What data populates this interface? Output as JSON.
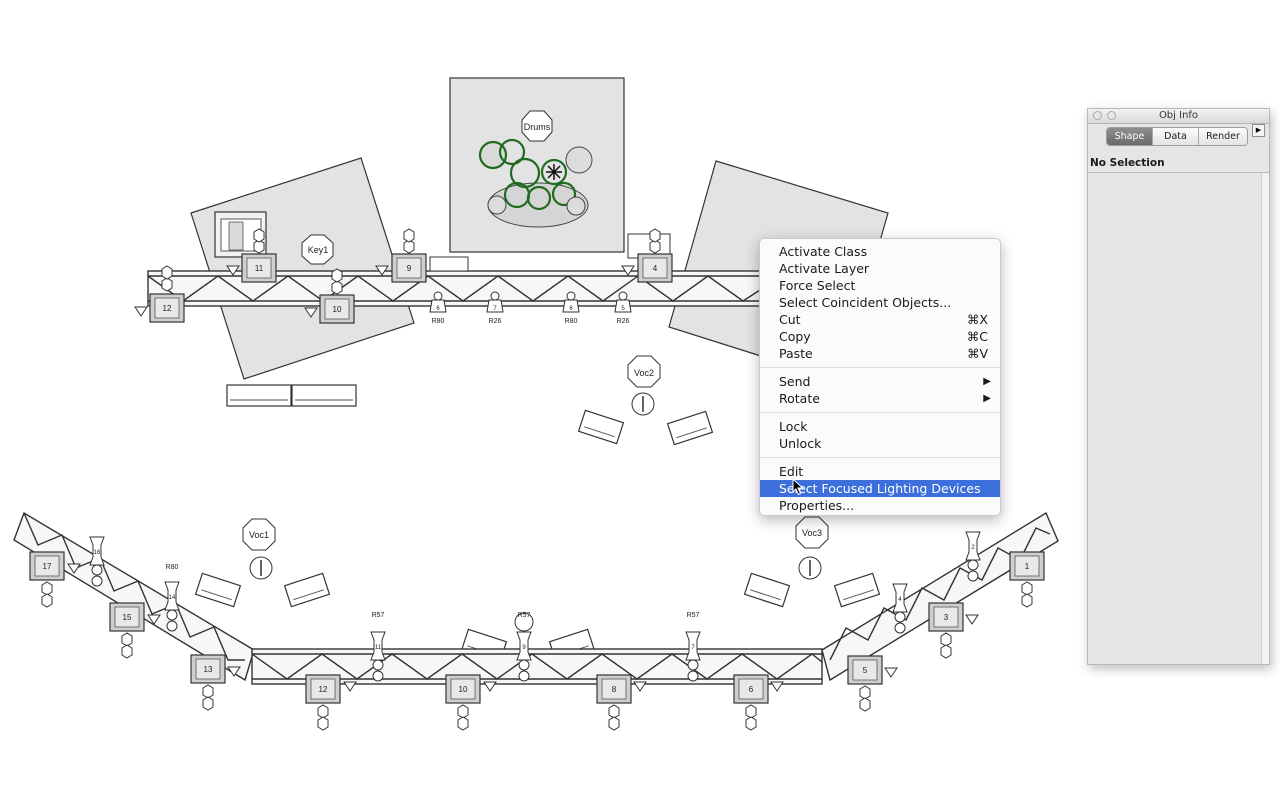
{
  "drawing": {
    "labels": {
      "drums": "Drums",
      "key1": "Key1",
      "voc1": "Voc1",
      "voc2": "Voc2",
      "voc3": "Voc3"
    },
    "upper_truss": {
      "fixtures": [
        "12",
        "11",
        "10",
        "9",
        "4"
      ],
      "mini_units": [
        {
          "num": "6",
          "gel": "R80"
        },
        {
          "num": "7",
          "gel": "R26"
        },
        {
          "num": "6",
          "gel": "R80"
        },
        {
          "num": "5",
          "gel": "R26"
        }
      ]
    },
    "lower_truss": {
      "fixtures": [
        "17",
        "15",
        "13",
        "12",
        "10",
        "8",
        "6",
        "5",
        "3",
        "1"
      ],
      "hang_units": [
        {
          "num": "16",
          "gel": ""
        },
        {
          "num": "14",
          "gel": "R80"
        },
        {
          "num": "11",
          "gel": "R57"
        },
        {
          "num": "9",
          "gel": "R57"
        },
        {
          "num": "7",
          "gel": "R57"
        },
        {
          "num": "4",
          "gel": ""
        },
        {
          "num": "2",
          "gel": ""
        }
      ]
    }
  },
  "context_menu": {
    "items": [
      {
        "label": "Activate Class",
        "shortcut": "",
        "submenu": false
      },
      {
        "label": "Activate Layer",
        "shortcut": "",
        "submenu": false
      },
      {
        "label": "Force Select",
        "shortcut": "",
        "submenu": false
      },
      {
        "label": "Select Coincident Objects...",
        "shortcut": "",
        "submenu": false
      },
      {
        "label": "Cut",
        "shortcut": "⌘X",
        "submenu": false
      },
      {
        "label": "Copy",
        "shortcut": "⌘C",
        "submenu": false
      },
      {
        "label": "Paste",
        "shortcut": "⌘V",
        "submenu": false
      },
      {
        "label": "Send",
        "shortcut": "",
        "submenu": true
      },
      {
        "label": "Rotate",
        "shortcut": "",
        "submenu": true
      },
      {
        "label": "Lock",
        "shortcut": "",
        "submenu": false
      },
      {
        "label": "Unlock",
        "shortcut": "",
        "submenu": false
      },
      {
        "label": "Edit",
        "shortcut": "",
        "submenu": false
      },
      {
        "label": "Select Focused Lighting Devices",
        "shortcut": "",
        "submenu": false,
        "highlighted": true
      },
      {
        "label": "Properties...",
        "shortcut": "",
        "submenu": false
      }
    ],
    "submenu_arrow": "▶"
  },
  "obj_info": {
    "title": "Obj Info",
    "tabs": [
      "Shape",
      "Data",
      "Render"
    ],
    "selected_tab": "Shape",
    "status": "No Selection",
    "menu_arrow": "▶"
  },
  "colors": {
    "menu_highlight": "#3d6fdc",
    "riser_fill": "#e3e3e3",
    "drum_green": "#1f6b1f",
    "truss_stroke": "#333333"
  }
}
